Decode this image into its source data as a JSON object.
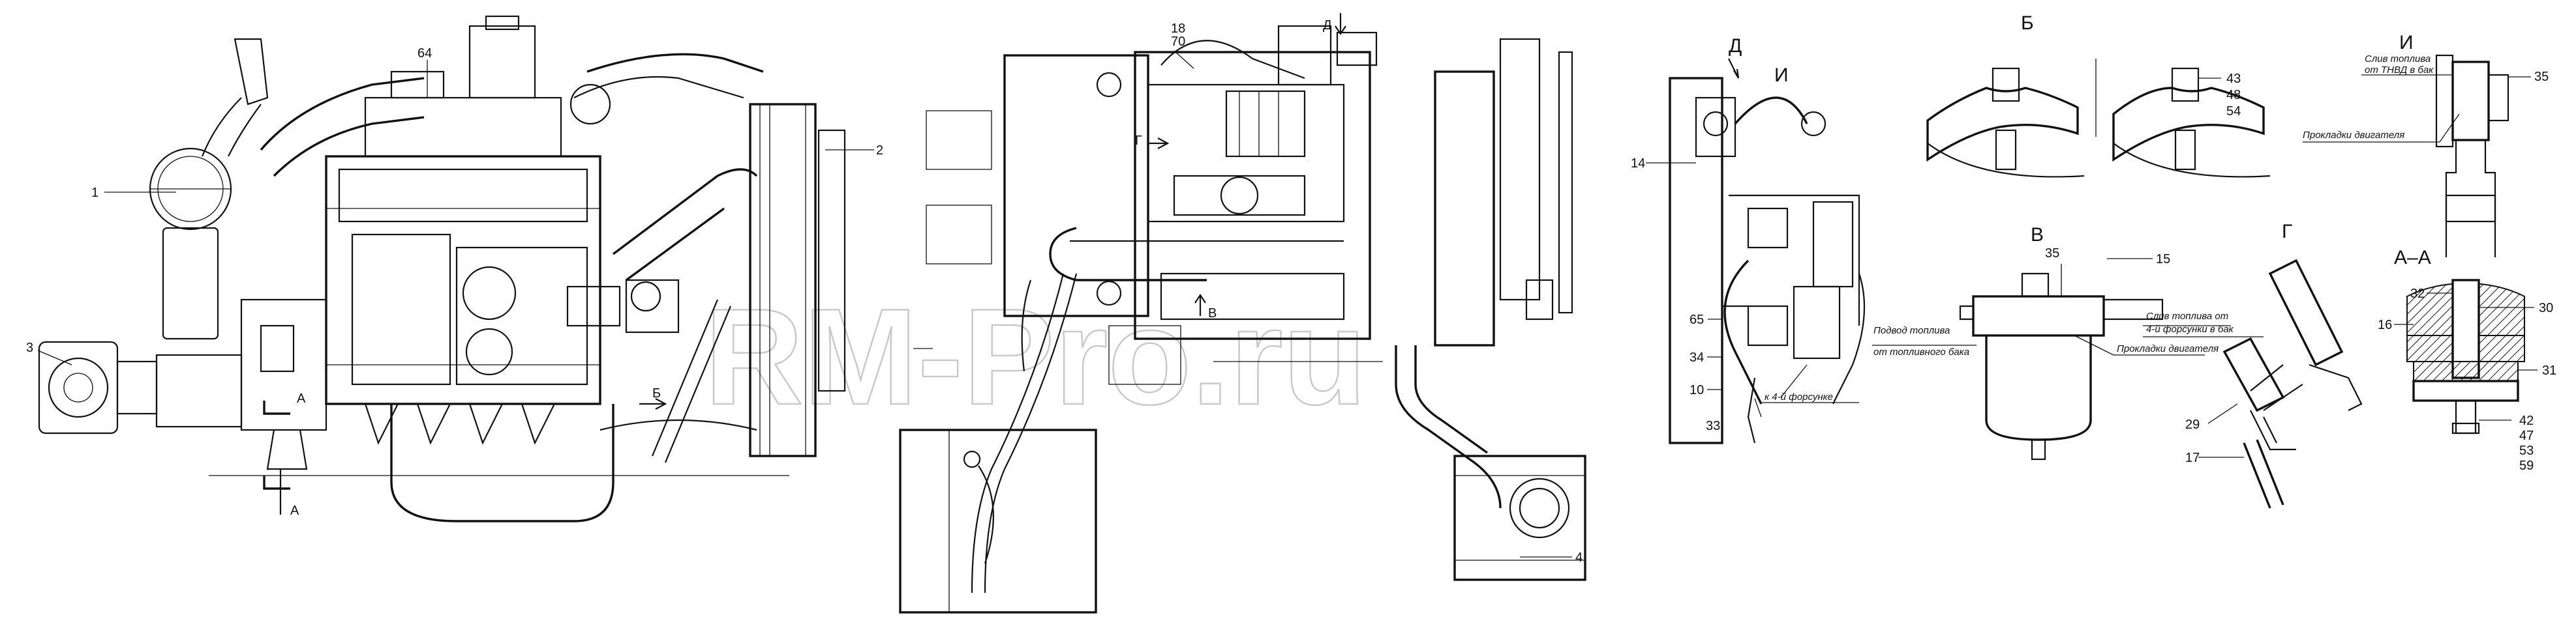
{
  "watermark": "RM-Pro.ru",
  "callouts": {
    "c1": "1",
    "c2": "2",
    "c3": "3",
    "c4": "4",
    "c64": "64",
    "c18": "18",
    "c70": "70",
    "c14": "14",
    "c65": "65",
    "c34": "34",
    "c10": "10",
    "c33": "33",
    "c43": "43",
    "c48": "48",
    "c54": "54",
    "c35a": "35",
    "c35b": "35",
    "c15": "15",
    "c29": "29",
    "c17": "17",
    "c32": "32",
    "c30": "30",
    "c16": "16",
    "c31": "31",
    "c42": "42",
    "c47": "47",
    "c53": "53",
    "c59": "59"
  },
  "section_marks": {
    "A_top": "A",
    "A_bottom": "A",
    "B_arrow": "Б",
    "V_arrow": "В",
    "G_arrow": "Г",
    "D_arrow": "Д",
    "D_view": "Д",
    "I_view": "И"
  },
  "view_titles": {
    "B": "Б",
    "V": "В",
    "G": "Г",
    "AA": "А–А",
    "I": "И"
  },
  "notes": {
    "to_4th_injector": "к 4-й форсунке",
    "fuel_drain_tnvd_1": "Слив топлива",
    "fuel_drain_tnvd_2": "от ТНВД в бак",
    "engine_gaskets_i": "Прокладки двигателя",
    "fuel_supply_1": "Подвод топлива",
    "fuel_supply_2": "от топливного бака",
    "drain_4th_1": "Слив топлива от",
    "drain_4th_2": "4-й форсунки в бак",
    "engine_gaskets_g": "Прокладки двигателя"
  }
}
